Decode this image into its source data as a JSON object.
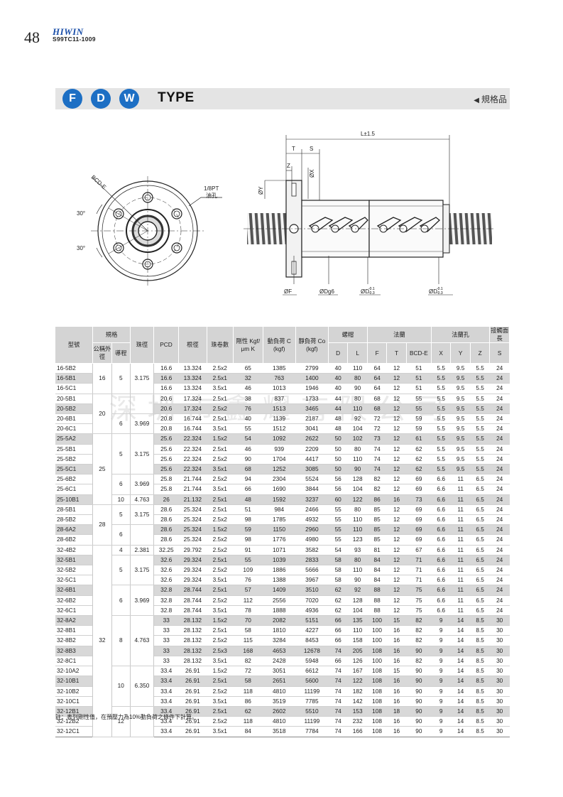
{
  "header": {
    "page_number": "48",
    "brand": "HIWIN",
    "catalog_code": "S99TC11-1009"
  },
  "type_bar": {
    "letters": [
      "F",
      "D",
      "W"
    ],
    "word": "TYPE",
    "tag": "規格品"
  },
  "drawing": {
    "left_labels": {
      "bcd": "BCD-E",
      "pt": "1/8PT",
      "oil": "油孔",
      "angle_top": "30°",
      "angle_bottom": "30°"
    },
    "right_labels": {
      "L": "L±1.5",
      "T": "T",
      "S": "S",
      "Z": "Z",
      "X": "ØX",
      "Y": "ØY",
      "F": "ØF",
      "Dg6": "ØDg6",
      "D1": "ØD",
      "D2": "ØD",
      "tol_up": "-0.1",
      "tol_dn": "-0.3"
    }
  },
  "watermark": "深圳市鑫耀有限公司",
  "table": {
    "head": {
      "model": "型號",
      "spec": "規格",
      "nominal_od": "公稱外徑",
      "lead": "導程",
      "ball_dia": "珠徑",
      "pcd": "PCD",
      "root_dia": "根徑",
      "turns": "珠卷數",
      "stiffness": "剛性 Kgf/μm K",
      "dynamic": "動負荷 C (kgf)",
      "static": "靜負荷 Co (kgf)",
      "nut": "螺帽",
      "flange": "法蘭",
      "flange_holes": "法蘭孔",
      "contact": "接觸面長",
      "D": "D",
      "L": "L",
      "F": "F",
      "T": "T",
      "BCDE": "BCD-E",
      "X": "X",
      "Y": "Y",
      "Z": "Z",
      "S": "S"
    },
    "rows": [
      [
        "16-5B2",
        "16",
        "5",
        "3.175",
        "16.6",
        "13.324",
        "2.5x2",
        "65",
        "1385",
        "2799",
        "40",
        "110",
        "64",
        "12",
        "51",
        "5.5",
        "9.5",
        "5.5",
        "24"
      ],
      [
        "16-5B1",
        "",
        "",
        "",
        "16.6",
        "13.324",
        "2.5x1",
        "32",
        "763",
        "1400",
        "40",
        "80",
        "64",
        "12",
        "51",
        "5.5",
        "9.5",
        "5.5",
        "24"
      ],
      [
        "16-5C1",
        "",
        "",
        "",
        "16.6",
        "13.324",
        "3.5x1",
        "46",
        "1013",
        "1946",
        "40",
        "90",
        "64",
        "12",
        "51",
        "5.5",
        "9.5",
        "5.5",
        "24"
      ],
      [
        "20-5B1",
        "20",
        "",
        "",
        "20.6",
        "17.324",
        "2.5x1",
        "38",
        "837",
        "1733",
        "44",
        "80",
        "68",
        "12",
        "55",
        "5.5",
        "9.5",
        "5.5",
        "24"
      ],
      [
        "20-5B2",
        "",
        "",
        "",
        "20.6",
        "17.324",
        "2.5x2",
        "76",
        "1513",
        "3465",
        "44",
        "110",
        "68",
        "12",
        "55",
        "5.5",
        "9.5",
        "5.5",
        "24"
      ],
      [
        "20-6B1",
        "",
        "6",
        "3.969",
        "20.8",
        "16.744",
        "2.5x1",
        "40",
        "1139",
        "2187",
        "48",
        "92",
        "72",
        "12",
        "59",
        "5.5",
        "9.5",
        "5.5",
        "24"
      ],
      [
        "20-6C1",
        "",
        "",
        "",
        "20.8",
        "16.744",
        "3.5x1",
        "55",
        "1512",
        "3041",
        "48",
        "104",
        "72",
        "12",
        "59",
        "5.5",
        "9.5",
        "5.5",
        "24"
      ],
      [
        "25-5A2",
        "25",
        "5",
        "3.175",
        "25.6",
        "22.324",
        "1.5x2",
        "54",
        "1092",
        "2622",
        "50",
        "102",
        "73",
        "12",
        "61",
        "5.5",
        "9.5",
        "5.5",
        "24"
      ],
      [
        "25-5B1",
        "",
        "",
        "",
        "25.6",
        "22.324",
        "2.5x1",
        "46",
        "939",
        "2209",
        "50",
        "80",
        "74",
        "12",
        "62",
        "5.5",
        "9.5",
        "5.5",
        "24"
      ],
      [
        "25-5B2",
        "",
        "",
        "",
        "25.6",
        "22.324",
        "2.5x2",
        "90",
        "1704",
        "4417",
        "50",
        "110",
        "74",
        "12",
        "62",
        "5.5",
        "9.5",
        "5.5",
        "24"
      ],
      [
        "25-5C1",
        "",
        "",
        "",
        "25.6",
        "22.324",
        "3.5x1",
        "68",
        "1252",
        "3085",
        "50",
        "90",
        "74",
        "12",
        "62",
        "5.5",
        "9.5",
        "5.5",
        "24"
      ],
      [
        "25-6B2",
        "",
        "6",
        "3.969",
        "25.8",
        "21.744",
        "2.5x2",
        "94",
        "2304",
        "5524",
        "56",
        "128",
        "82",
        "12",
        "69",
        "6.6",
        "11",
        "6.5",
        "24"
      ],
      [
        "25-6C1",
        "",
        "",
        "",
        "25.8",
        "21.744",
        "3.5x1",
        "66",
        "1690",
        "3844",
        "56",
        "104",
        "82",
        "12",
        "69",
        "6.6",
        "11",
        "6.5",
        "24"
      ],
      [
        "25-10B1",
        "",
        "10",
        "4.763",
        "26",
        "21.132",
        "2.5x1",
        "48",
        "1592",
        "3237",
        "60",
        "122",
        "86",
        "16",
        "73",
        "6.6",
        "11",
        "6.5",
        "24"
      ],
      [
        "28-5B1",
        "28",
        "5",
        "3.175",
        "28.6",
        "25.324",
        "2.5x1",
        "51",
        "984",
        "2466",
        "55",
        "80",
        "85",
        "12",
        "69",
        "6.6",
        "11",
        "6.5",
        "24"
      ],
      [
        "28-5B2",
        "",
        "",
        "",
        "28.6",
        "25.324",
        "2.5x2",
        "98",
        "1785",
        "4932",
        "55",
        "110",
        "85",
        "12",
        "69",
        "6.6",
        "11",
        "6.5",
        "24"
      ],
      [
        "28-6A2",
        "",
        "6",
        "",
        "28.6",
        "25.324",
        "1.5x2",
        "59",
        "1150",
        "2960",
        "55",
        "110",
        "85",
        "12",
        "69",
        "6.6",
        "11",
        "6.5",
        "24"
      ],
      [
        "28-6B2",
        "",
        "",
        "",
        "28.6",
        "25.324",
        "2.5x2",
        "98",
        "1776",
        "4980",
        "55",
        "123",
        "85",
        "12",
        "69",
        "6.6",
        "11",
        "6.5",
        "24"
      ],
      [
        "32-4B2",
        "32",
        "4",
        "2.381",
        "32.25",
        "29.792",
        "2.5x2",
        "91",
        "1071",
        "3582",
        "54",
        "93",
        "81",
        "12",
        "67",
        "6.6",
        "11",
        "6.5",
        "24"
      ],
      [
        "32-5B1",
        "",
        "5",
        "3.175",
        "32.6",
        "29.324",
        "2.5x1",
        "55",
        "1039",
        "2833",
        "58",
        "80",
        "84",
        "12",
        "71",
        "6.6",
        "11",
        "6.5",
        "24"
      ],
      [
        "32-5B2",
        "",
        "",
        "",
        "32.6",
        "29.324",
        "2.5x2",
        "109",
        "1886",
        "5666",
        "58",
        "110",
        "84",
        "12",
        "71",
        "6.6",
        "11",
        "6.5",
        "24"
      ],
      [
        "32-5C1",
        "",
        "",
        "",
        "32.6",
        "29.324",
        "3.5x1",
        "76",
        "1388",
        "3967",
        "58",
        "90",
        "84",
        "12",
        "71",
        "6.6",
        "11",
        "6.5",
        "24"
      ],
      [
        "32-6B1",
        "",
        "6",
        "3.969",
        "32.8",
        "28.744",
        "2.5x1",
        "57",
        "1409",
        "3510",
        "62",
        "92",
        "88",
        "12",
        "75",
        "6.6",
        "11",
        "6.5",
        "24"
      ],
      [
        "32-6B2",
        "",
        "",
        "",
        "32.8",
        "28.744",
        "2.5x2",
        "112",
        "2556",
        "7020",
        "62",
        "128",
        "88",
        "12",
        "75",
        "6.6",
        "11",
        "6.5",
        "24"
      ],
      [
        "32-6C1",
        "",
        "",
        "",
        "32.8",
        "28.744",
        "3.5x1",
        "78",
        "1888",
        "4936",
        "62",
        "104",
        "88",
        "12",
        "75",
        "6.6",
        "11",
        "6.5",
        "24"
      ],
      [
        "32-8A2",
        "",
        "8",
        "4.763",
        "33",
        "28.132",
        "1.5x2",
        "70",
        "2082",
        "5151",
        "66",
        "135",
        "100",
        "15",
        "82",
        "9",
        "14",
        "8.5",
        "30"
      ],
      [
        "32-8B1",
        "",
        "",
        "",
        "33",
        "28.132",
        "2.5x1",
        "58",
        "1810",
        "4227",
        "66",
        "110",
        "100",
        "16",
        "82",
        "9",
        "14",
        "8.5",
        "30"
      ],
      [
        "32-8B2",
        "",
        "",
        "",
        "33",
        "28.132",
        "2.5x2",
        "115",
        "3284",
        "8453",
        "66",
        "158",
        "100",
        "16",
        "82",
        "9",
        "14",
        "8.5",
        "30"
      ],
      [
        "32-8B3",
        "",
        "",
        "",
        "33",
        "28.132",
        "2.5x3",
        "168",
        "4653",
        "12678",
        "74",
        "205",
        "108",
        "16",
        "90",
        "9",
        "14",
        "8.5",
        "30"
      ],
      [
        "32-8C1",
        "",
        "",
        "",
        "33",
        "28.132",
        "3.5x1",
        "82",
        "2428",
        "5948",
        "66",
        "126",
        "100",
        "16",
        "82",
        "9",
        "14",
        "8.5",
        "30"
      ],
      [
        "32-10A2",
        "",
        "10",
        "6.350",
        "33.4",
        "26.91",
        "1.5x2",
        "72",
        "3051",
        "6612",
        "74",
        "167",
        "108",
        "15",
        "90",
        "9",
        "14",
        "8.5",
        "30"
      ],
      [
        "32-10B1",
        "",
        "",
        "",
        "33.4",
        "26.91",
        "2.5x1",
        "58",
        "2651",
        "5600",
        "74",
        "122",
        "108",
        "16",
        "90",
        "9",
        "14",
        "8.5",
        "30"
      ],
      [
        "32-10B2",
        "",
        "",
        "",
        "33.4",
        "26.91",
        "2.5x2",
        "118",
        "4810",
        "11199",
        "74",
        "182",
        "108",
        "16",
        "90",
        "9",
        "14",
        "8.5",
        "30"
      ],
      [
        "32-10C1",
        "",
        "",
        "",
        "33.4",
        "26.91",
        "3.5x1",
        "86",
        "3519",
        "7785",
        "74",
        "142",
        "108",
        "16",
        "90",
        "9",
        "14",
        "8.5",
        "30"
      ],
      [
        "32-12B1",
        "",
        "12",
        "",
        "33.4",
        "26.91",
        "2.5x1",
        "62",
        "2602",
        "5510",
        "74",
        "153",
        "108",
        "18",
        "90",
        "9",
        "14",
        "8.5",
        "30"
      ],
      [
        "32-12B2",
        "",
        "",
        "",
        "33.4",
        "26.91",
        "2.5x2",
        "118",
        "4810",
        "11199",
        "74",
        "232",
        "108",
        "16",
        "90",
        "9",
        "14",
        "8.5",
        "30"
      ],
      [
        "32-12C1",
        "",
        "",
        "",
        "33.4",
        "26.91",
        "3.5x1",
        "84",
        "3518",
        "7784",
        "74",
        "166",
        "108",
        "16",
        "90",
        "9",
        "14",
        "8.5",
        "30"
      ]
    ]
  },
  "footnote": "註：表列剛性值，在預壓力為10%動負荷之條件下計算。"
}
